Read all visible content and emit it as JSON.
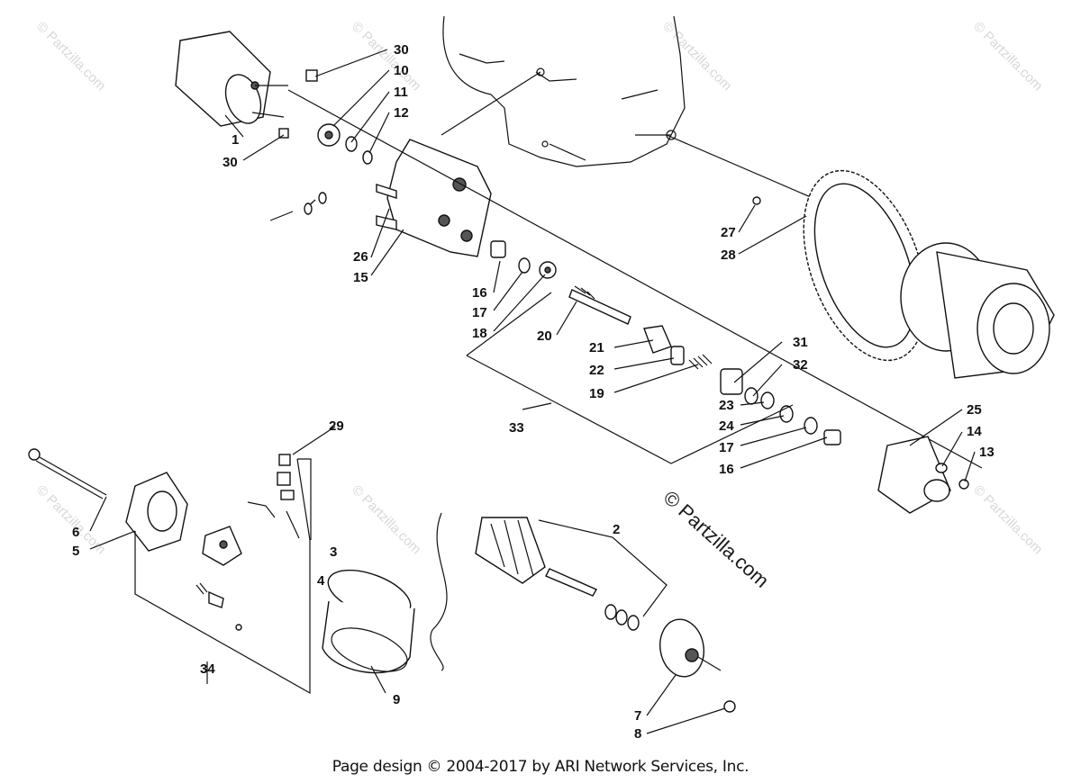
{
  "diagram": {
    "callouts": {
      "c1": "1",
      "c2": "2",
      "c3": "3",
      "c4": "4",
      "c5": "5",
      "c6": "6",
      "c7": "7",
      "c8": "8",
      "c9": "9",
      "c10": "10",
      "c11": "11",
      "c12": "12",
      "c13": "13",
      "c14": "14",
      "c15": "15",
      "c16a": "16",
      "c16b": "16",
      "c17a": "17",
      "c17b": "17",
      "c18": "18",
      "c19": "19",
      "c20": "20",
      "c21": "21",
      "c22": "22",
      "c23": "23",
      "c24": "24",
      "c25": "25",
      "c26": "26",
      "c27": "27",
      "c28": "28",
      "c29": "29",
      "c30a": "30",
      "c30b": "30",
      "c31": "31",
      "c32": "32",
      "c33": "33",
      "c34": "34"
    },
    "watermark": "© Partzilla.com",
    "watermark_large": "© Partzilla.com"
  },
  "footer": {
    "text": "Page design © 2004-2017 by ARI Network Services, Inc."
  }
}
